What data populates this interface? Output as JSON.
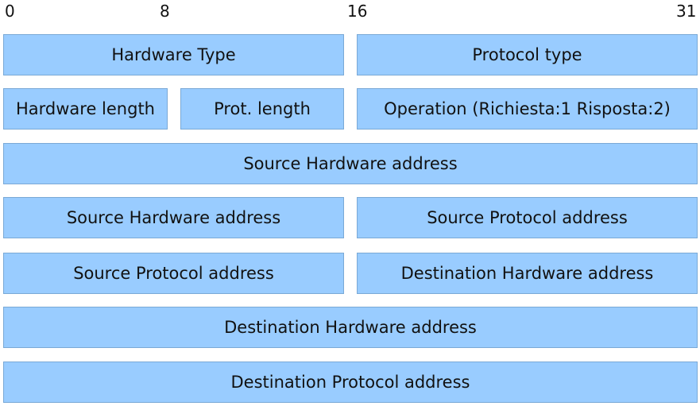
{
  "bit_markers": [
    "0",
    "8",
    "16",
    "31"
  ],
  "fields": {
    "hardware_type": "Hardware Type",
    "protocol_type": "Protocol type",
    "hardware_length": "Hardware length",
    "prot_length": "Prot. length",
    "operation": "Operation (Richiesta:1 Risposta:2)",
    "source_hw_1": "Source Hardware address",
    "source_hw_2": "Source Hardware address",
    "source_proto_1": "Source Protocol address",
    "source_proto_2": "Source Protocol address",
    "dest_hw_1": "Destination Hardware address",
    "dest_hw_2": "Destination Hardware address",
    "dest_proto": "Destination Protocol address"
  },
  "colors": {
    "field_fill": "#99ccff",
    "field_border": "#7aa9d6",
    "text": "#111111"
  }
}
